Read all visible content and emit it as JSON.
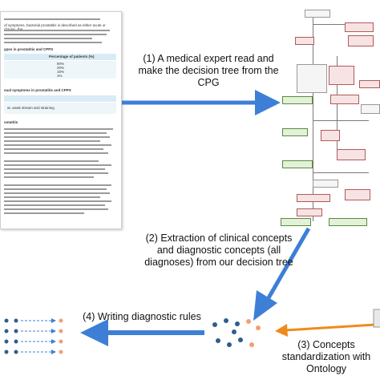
{
  "steps": {
    "step1": {
      "line1": "(1) A medical expert read and",
      "line2": "make the decision tree from the",
      "line3": "CPG"
    },
    "step2": {
      "line1": "(2) Extraction of clinical concepts",
      "line2": "and diagnostic concepts (all",
      "line3": "diagnoses) from our decision tree"
    },
    "step3": {
      "line1": "(3) Concepts",
      "line2": "standardization with",
      "line3": "Ontology"
    },
    "step4": {
      "line1": "(4) Writing diagnostic rules"
    }
  },
  "document": {
    "snippet1": "of symptoms, bacterial prostatitis is described as either acute or chronic, the",
    "table_title": "ypes in prostatitis and CPPS",
    "col_header": "Percentage of patients (%)",
    "rows": [
      "80%",
      "20%",
      "15%",
      "1%"
    ],
    "section1": "sual symptoms in prostatitis and CPPS",
    "section2": "ar, weak stream and straining",
    "section3": "ostatitis"
  },
  "colors": {
    "arrow_blue": "#3d7fd6",
    "arrow_orange": "#f08a1e",
    "node_red": "#f7e3e3",
    "node_green": "#e3f1d8",
    "dot_blue": "#2e5d8f",
    "dot_orange": "#f0a070"
  }
}
